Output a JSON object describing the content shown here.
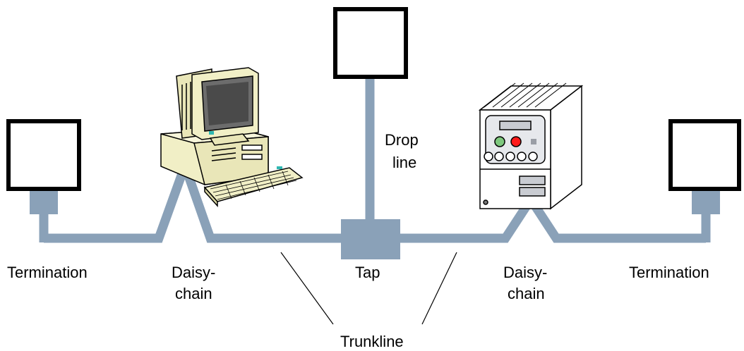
{
  "labels": {
    "termination_left": "Termination",
    "daisy_left_1": "Daisy-",
    "daisy_left_2": "chain",
    "tap": "Tap",
    "drop_1": "Drop",
    "drop_2": "line",
    "daisy_right_1": "Daisy-",
    "daisy_right_2": "chain",
    "termination_right": "Termination",
    "trunkline": "Trunkline"
  },
  "colors": {
    "cable": "#8aa1b8",
    "device_outline": "#000000",
    "computer_body": "#f1efc6",
    "drive_panel": "#e6e8ec",
    "indicator_green": "#7ec87e",
    "indicator_red": "#ff1a1a"
  },
  "icons": [
    "node-box-icon",
    "computer-icon",
    "drive-icon"
  ]
}
